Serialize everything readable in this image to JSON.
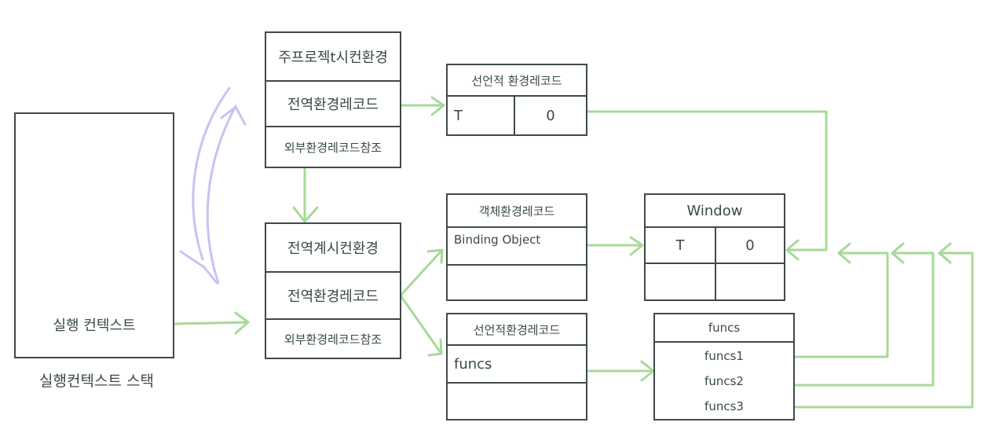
{
  "execution_context": {
    "label": "실행 컨텍스트",
    "stack_label": "실행컨텍스트 스택"
  },
  "global_env": {
    "title": "주프로젝t시컨환경",
    "record": "전역환경레코드",
    "outer_ref": "외부환경레코드참조"
  },
  "global_exec_env": {
    "title": "전역계시컨환경",
    "record": "전역환경레코드",
    "outer_ref": "외부환경레코드참조"
  },
  "declarative_top": {
    "title": "선언적 환경레코드",
    "key": "T",
    "value": "0"
  },
  "object_record": {
    "title": "객체환경레코드",
    "row1": "Binding Object"
  },
  "declarative_bottom": {
    "title": "선언적환경레코드",
    "row1": "funcs"
  },
  "window": {
    "title": "Window",
    "key": "T",
    "value": "0"
  },
  "funcs": {
    "title": "funcs",
    "items": [
      "funcs1",
      "funcs2",
      "funcs3"
    ]
  },
  "colors": {
    "box": "#3f4a48",
    "arrow": "#a8d89a",
    "cycle": "#c8c4f0"
  }
}
